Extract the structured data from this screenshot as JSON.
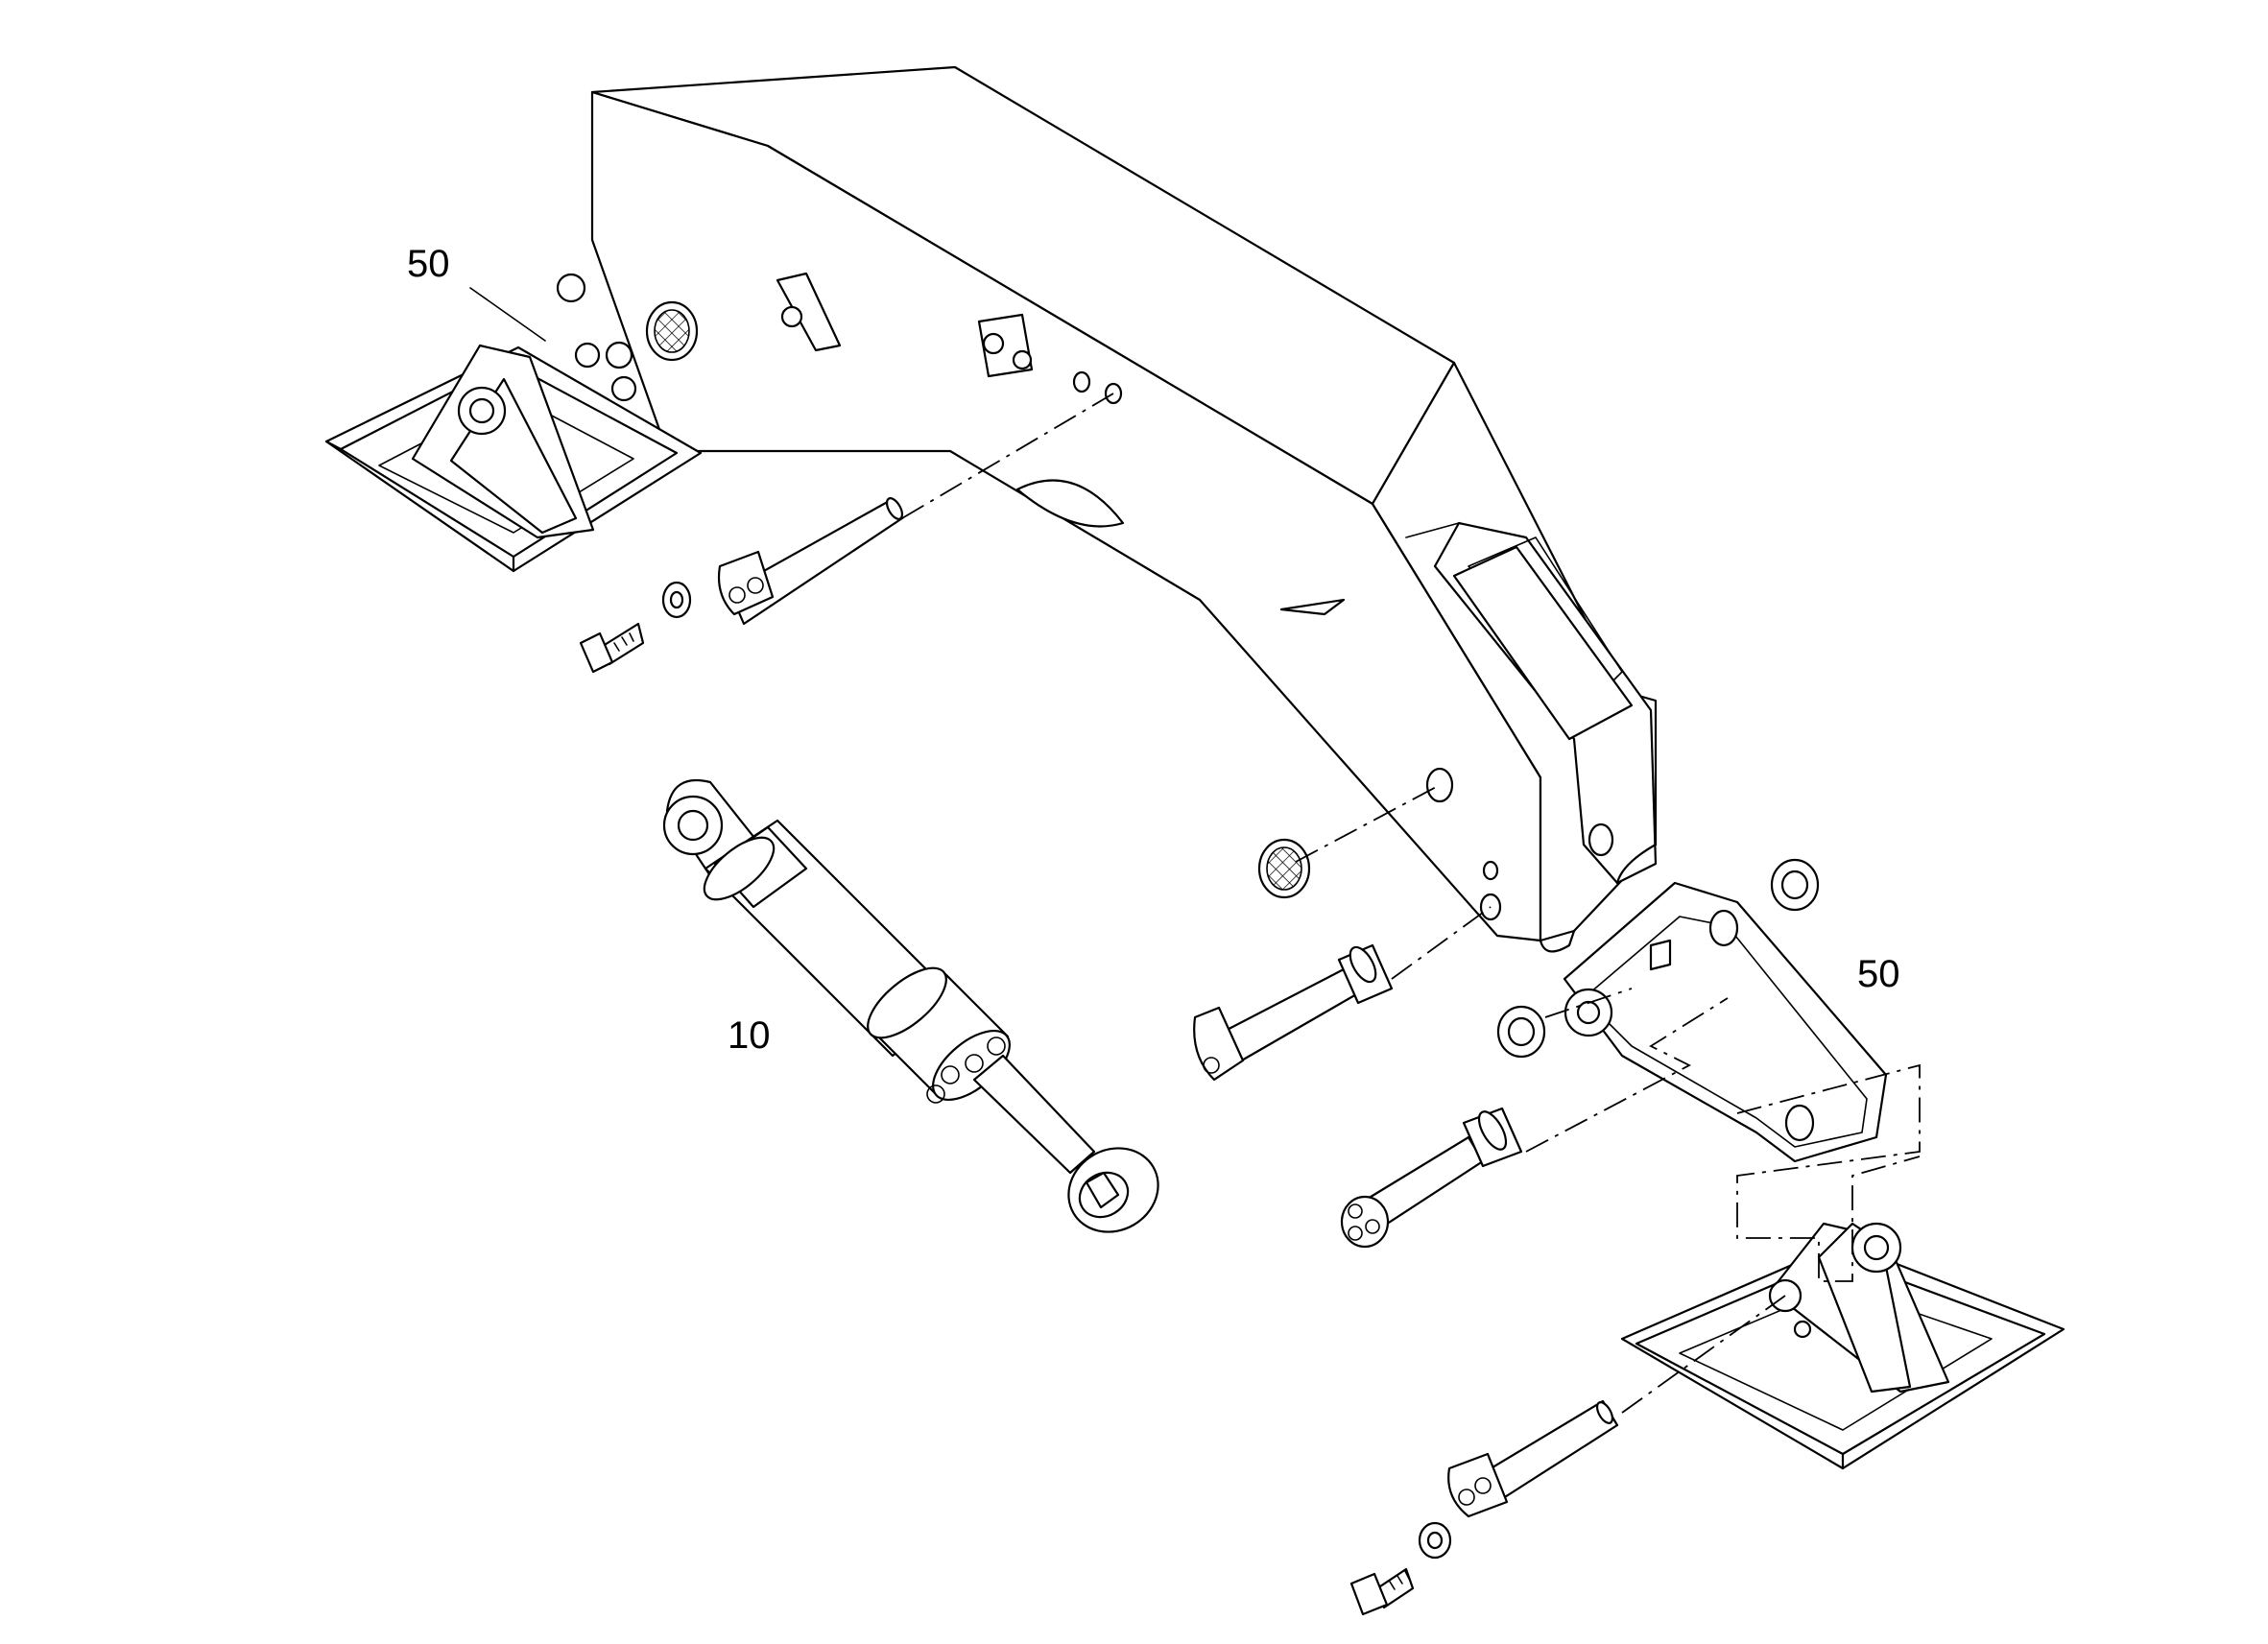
{
  "diagram": {
    "callouts": [
      {
        "id": "hinge-bracket-top-left",
        "label": "50"
      },
      {
        "id": "cylinder",
        "label": "10"
      },
      {
        "id": "hinge-bracket-bottom-right",
        "label": "50"
      }
    ]
  }
}
